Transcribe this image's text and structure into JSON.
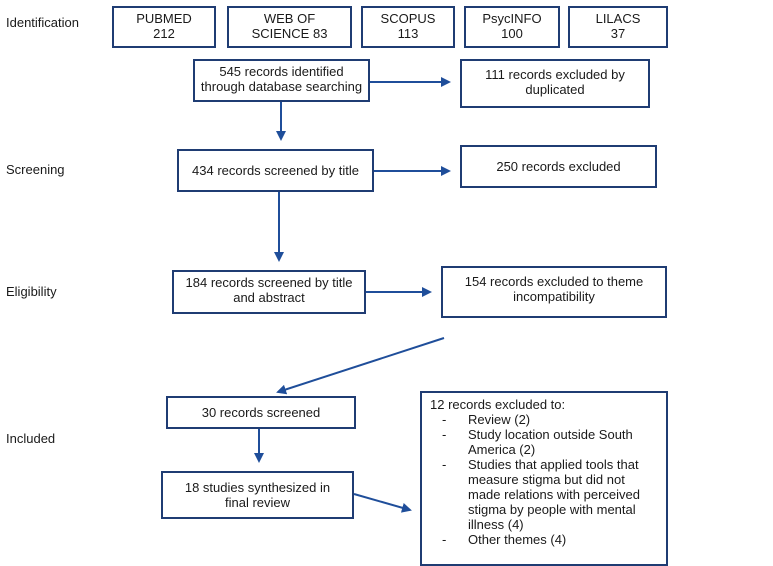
{
  "stages": {
    "identification": "Identification",
    "screening": "Screening",
    "eligibility": "Eligibility",
    "included": "Included"
  },
  "databases": [
    {
      "line1": "PUBMED",
      "line2": "212"
    },
    {
      "line1": "WEB OF",
      "line2": "SCIENCE 83"
    },
    {
      "line1": "SCOPUS",
      "line2": "113"
    },
    {
      "line1": "PsycINFO",
      "line2": "100"
    },
    {
      "line1": "LILACS",
      "line2": "37"
    }
  ],
  "flow": {
    "identified": {
      "line1": "545 records identified",
      "line2": "through database searching"
    },
    "excluded_duplicated": {
      "line1": "111 records excluded by",
      "line2": "duplicated"
    },
    "screened_title": "434 records screened by title",
    "excluded_250": "250 records excluded",
    "screened_title_abstract": {
      "line1": "184 records screened by title",
      "line2": "and abstract"
    },
    "excluded_theme": {
      "line1": "154 records excluded to theme",
      "line2": "incompatibility"
    },
    "screened_30": "30 records screened",
    "synthesized": {
      "line1": "18 studies synthesized in",
      "line2": "final review"
    },
    "excluded_12": {
      "header": "12 records excluded to:",
      "items": [
        "Review (2)",
        "Study location outside South America (2)",
        "Studies that applied tools that measure stigma but did not made relations with perceived stigma by people with mental illness (4)",
        "Other themes (4)"
      ]
    }
  },
  "colors": {
    "box_border": "#1f3c73",
    "arrow": "#1f4e9a"
  }
}
